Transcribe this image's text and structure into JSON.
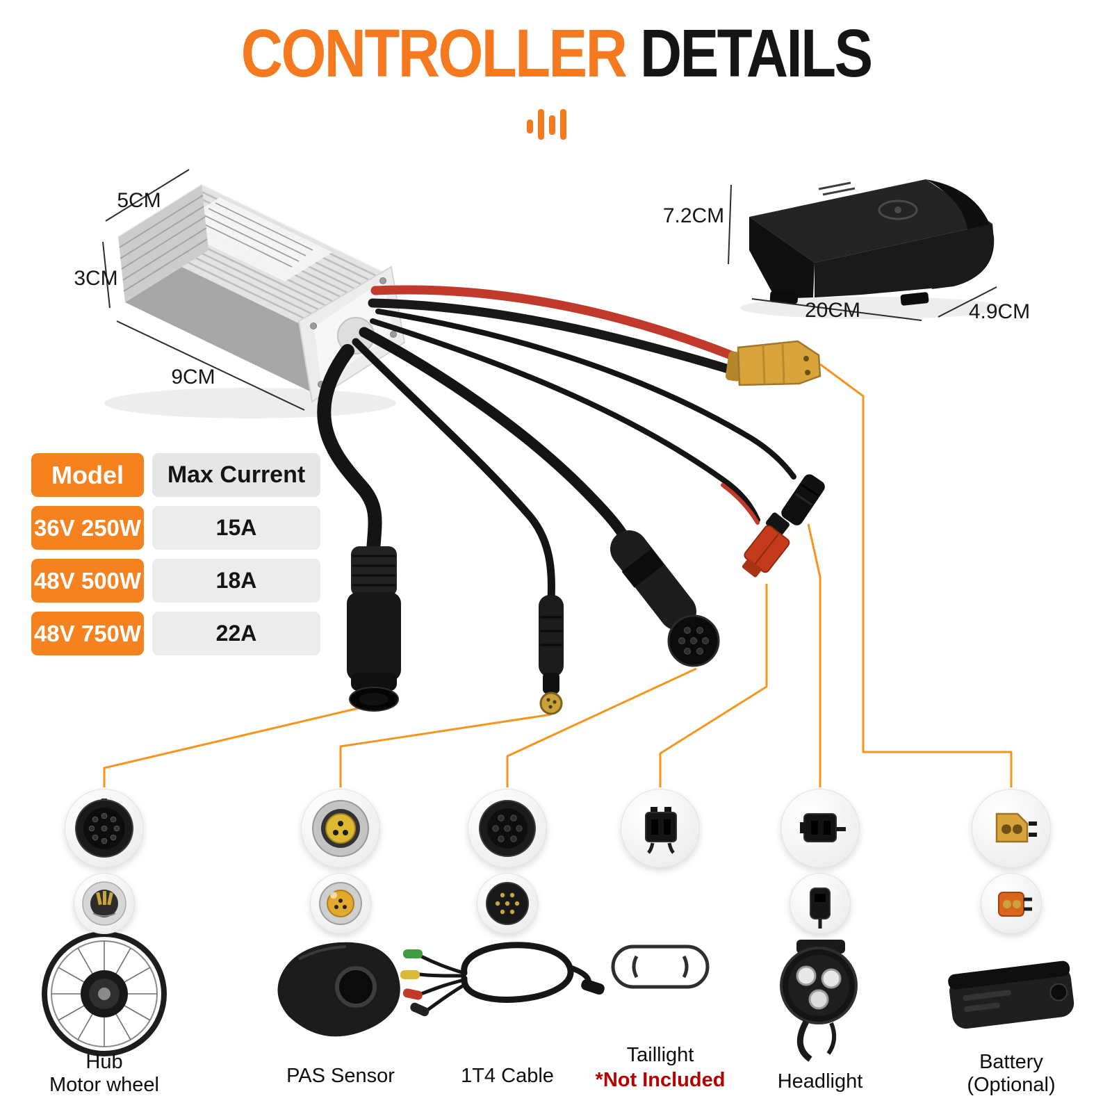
{
  "title": {
    "orange": "CONTROLLER",
    "dark": "DETAILS"
  },
  "decor": {
    "title_icon": "equalizer-bars-icon"
  },
  "controller": {
    "dims": {
      "width": "5CM",
      "height": "3CM",
      "length": "9CM"
    }
  },
  "battery_cover": {
    "dims": {
      "height": "7.2CM",
      "length": "20CM",
      "depth": "4.9CM"
    }
  },
  "spec_table": {
    "header": {
      "model": "Model",
      "max_current": "Max Current"
    },
    "rows": [
      {
        "model": "36V 250W",
        "current": "15A"
      },
      {
        "model": "48V 500W",
        "current": "18A"
      },
      {
        "model": "48V 750W",
        "current": "22A"
      }
    ]
  },
  "components": [
    {
      "id": "hub-motor-wheel",
      "line1": "Hub",
      "line2": "Motor wheel"
    },
    {
      "id": "pas-sensor",
      "line1": "PAS  Sensor",
      "line2": ""
    },
    {
      "id": "1t4-cable",
      "line1": "1T4 Cable",
      "line2": ""
    },
    {
      "id": "taillight",
      "line1": "Taillight",
      "line2": "",
      "note": "*Not Included"
    },
    {
      "id": "headlight",
      "line1": "Headlight",
      "line2": ""
    },
    {
      "id": "battery",
      "line1": "Battery",
      "line2": "(Optional)"
    }
  ],
  "colors": {
    "accent_orange": "#F5791F",
    "table_orange": "#F5821F",
    "routing_line_orange": "#F7941D",
    "note_red": "#B50000",
    "title_dark": "#151515"
  }
}
